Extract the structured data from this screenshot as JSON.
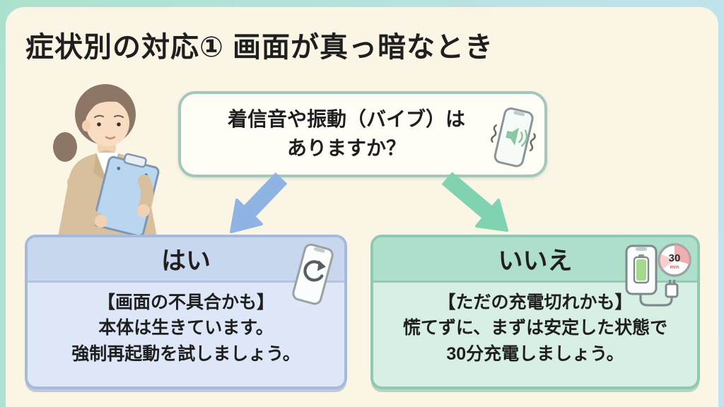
{
  "slide": {
    "title": "症状別の対応① 画面が真っ暗なとき"
  },
  "question": {
    "line1": "着信音や振動（バイブ）は",
    "line2": "ありますか？",
    "icon": "vibrating-phone-speaker-icon"
  },
  "branch_yes": {
    "label": "はい",
    "icon": "phone-restart-icon",
    "lines": [
      "【画面の不具合かも】",
      "本体は生きています。",
      "強制再起動を試しましょう。"
    ]
  },
  "branch_no": {
    "label": "いいえ",
    "icon": "phone-charging-timer-icon",
    "timer_value": "30",
    "timer_unit": "min",
    "lines": [
      "【ただの充電切れかも】",
      "慌てずに、まずは安定した状態で",
      "30分充電しましょう。"
    ]
  },
  "colors": {
    "background_gradient_left": "#abe2cd",
    "background_gradient_right": "#c3e3f0",
    "card": "#fbf5e5",
    "text": "#1f1f1f",
    "question_border": "#a3c8b9",
    "question_fill": "#fffdf6",
    "yes_border": "#a6badc",
    "yes_header": "#c8d6ee",
    "yes_body": "#dde7f7",
    "yes_arrow": "#8fb4e3",
    "no_border": "#8fc9b2",
    "no_header": "#aedfca",
    "no_body": "#d8efe4",
    "no_arrow": "#7fd3b0"
  }
}
